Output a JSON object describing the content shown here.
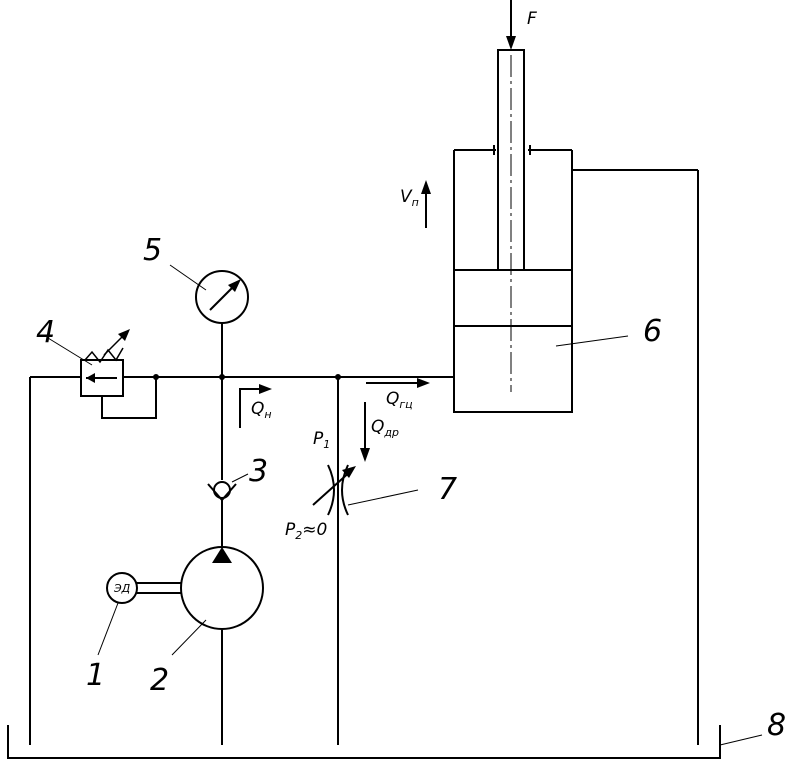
{
  "labels": {
    "n1": "1",
    "n2": "2",
    "n3": "3",
    "n4": "4",
    "n5": "5",
    "n6": "6",
    "n7": "7",
    "n8": "8"
  },
  "symbols": {
    "force": "F",
    "velocity_main": "V",
    "velocity_sub": "п",
    "q_pump_main": "Q",
    "q_pump_sub": "н",
    "q_cyl_main": "Q",
    "q_cyl_sub": "гц",
    "q_throttle_main": "Q",
    "q_throttle_sub": "др",
    "p1_main": "P",
    "p1_sub": "1",
    "p2_main": "P",
    "p2_sub": "2",
    "p2_value": "≈0",
    "motor": "ЭД"
  },
  "colors": {
    "line": "#000000",
    "background": "#ffffff"
  }
}
